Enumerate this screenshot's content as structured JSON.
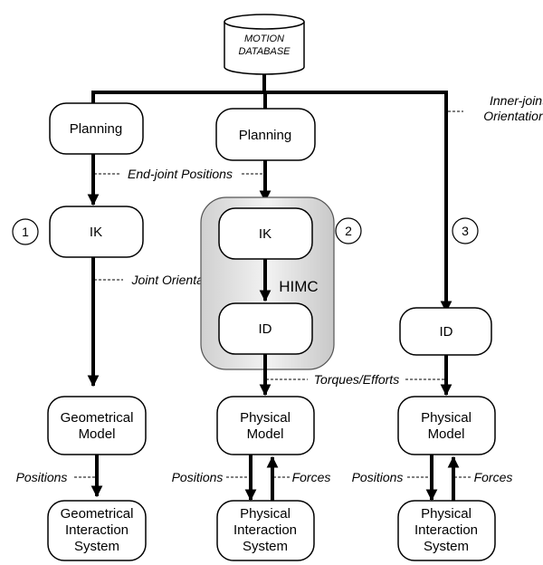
{
  "database": {
    "line1": "MOTION",
    "line2": "DATABASE"
  },
  "column1": {
    "number": "1",
    "planning": "Planning",
    "ik": "IK",
    "model": [
      "Geometrical",
      "Model"
    ],
    "system": [
      "Geometrical",
      "Interaction",
      "System"
    ]
  },
  "column2": {
    "number": "2",
    "planning": "Planning",
    "ik": "IK",
    "himc": "HIMC",
    "id": "ID",
    "model": [
      "Physical",
      "Model"
    ],
    "system": [
      "Physical",
      "Interaction",
      "System"
    ]
  },
  "column3": {
    "number": "3",
    "id": "ID",
    "model": [
      "Physical",
      "Model"
    ],
    "system": [
      "Physical",
      "Interaction",
      "System"
    ]
  },
  "labels": {
    "inner_joint": [
      "Inner-joint",
      "Orientations"
    ],
    "end_joint": "End-joint Positions",
    "joint_orientations": "Joint Orientations",
    "torques": "Torques/Efforts",
    "positions1": "Positions",
    "positions2": "Positions",
    "forces2": "Forces",
    "positions3": "Positions",
    "forces3": "Forces"
  }
}
